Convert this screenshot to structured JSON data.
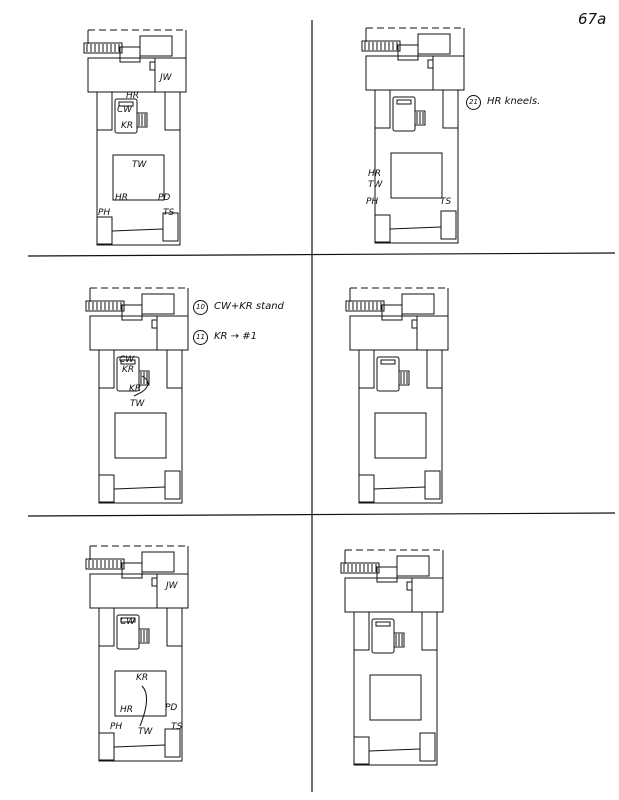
{
  "page_number": "67a",
  "panels": [
    {
      "id": "top-left",
      "labels": [
        "JW",
        "HR",
        "CW",
        "KR",
        "TW",
        "HR",
        "PD",
        "PH",
        "TS"
      ],
      "notes": []
    },
    {
      "id": "top-right",
      "labels": [
        "HR",
        "TW",
        "PH",
        "TS"
      ],
      "notes": [
        {
          "num": "21",
          "text": "HR kneels."
        }
      ]
    },
    {
      "id": "middle-left",
      "labels": [
        "CW",
        "KR",
        "KR",
        "TW"
      ],
      "notes": [
        {
          "num": "10",
          "text": "CW+KR stand"
        },
        {
          "num": "11",
          "text": "KR → #1"
        }
      ]
    },
    {
      "id": "middle-right",
      "labels": [],
      "notes": []
    },
    {
      "id": "bottom-left",
      "labels": [
        "JW",
        "CW",
        "KR",
        "HR",
        "PD",
        "TW",
        "PH",
        "TS"
      ],
      "notes": []
    },
    {
      "id": "bottom-right",
      "labels": [],
      "notes": []
    }
  ]
}
